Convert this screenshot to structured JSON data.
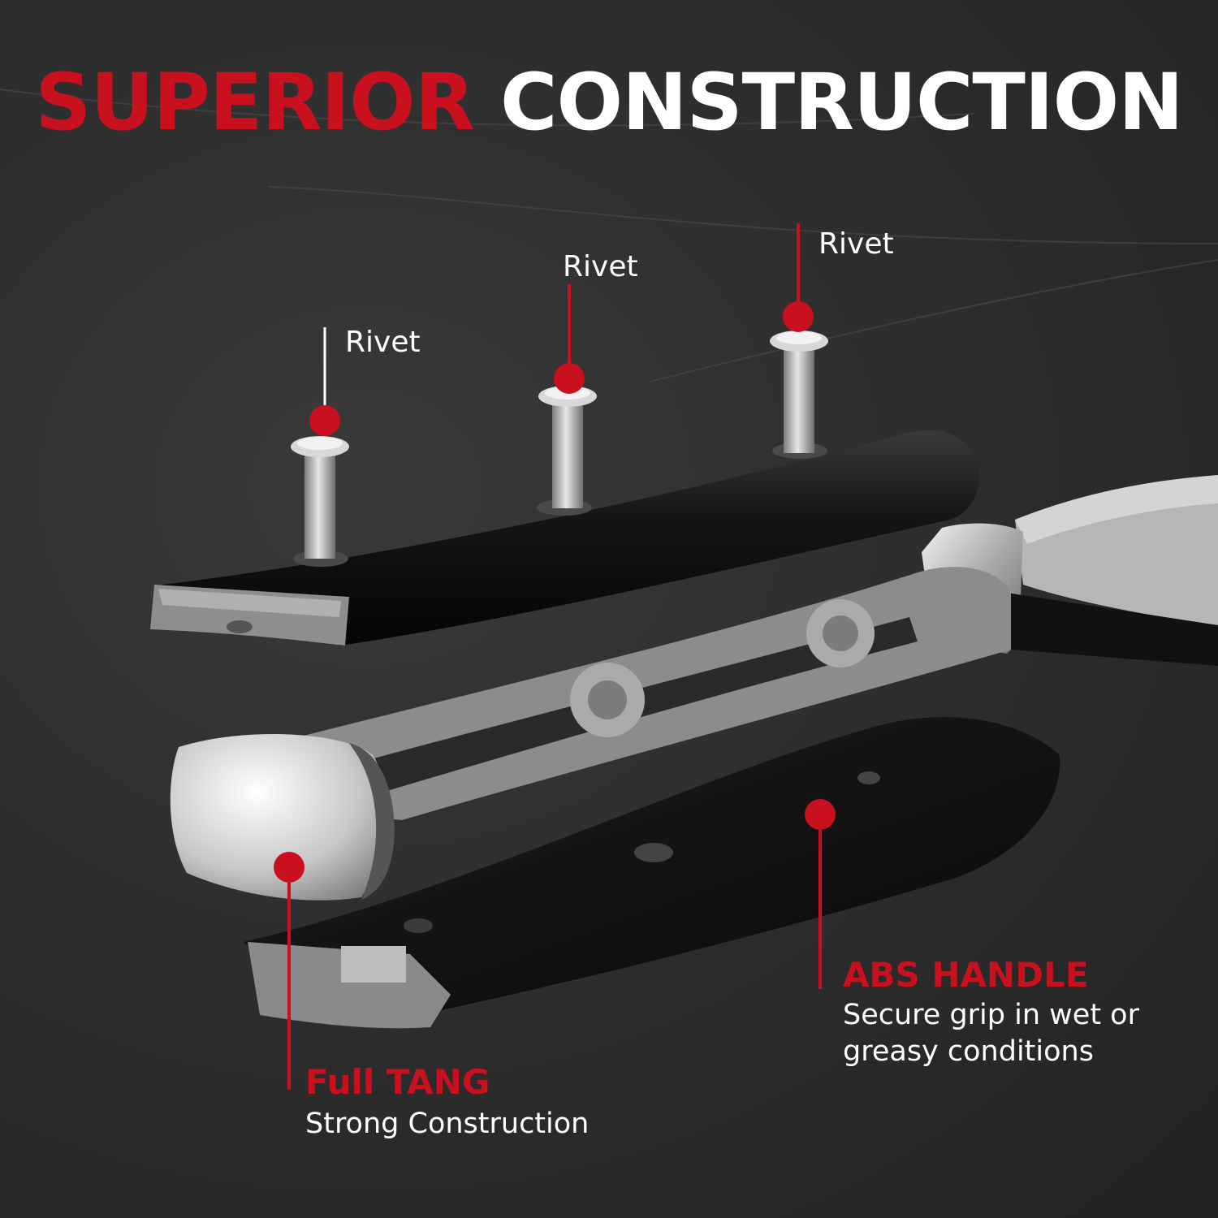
{
  "title": {
    "word1": "SUPERIOR",
    "word2": "CONSTRUCTION"
  },
  "rivets": [
    {
      "label": "Rivet"
    },
    {
      "label": "Rivet"
    },
    {
      "label": "Rivet"
    }
  ],
  "full_tang": {
    "heading": "Full TANG",
    "text": "Strong Construction"
  },
  "abs_handle": {
    "heading": "ABS HANDLE",
    "line1": "Secure grip in wet or",
    "line2": "greasy conditions"
  },
  "colors": {
    "accent": "#c8101e",
    "text": "#ffffff",
    "background": "#2b2b2b"
  }
}
